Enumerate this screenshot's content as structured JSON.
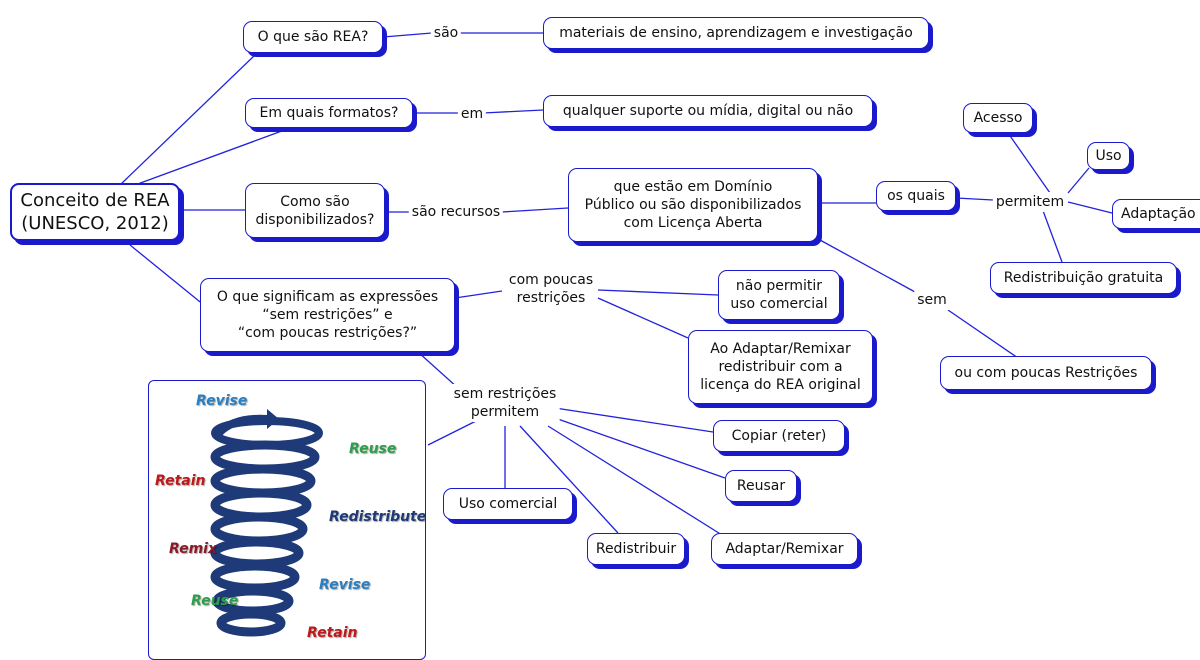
{
  "concept_map": {
    "root": "Conceito de REA\n(UNESCO, 2012)",
    "q_what": "O que são REA?",
    "link_sao": "são",
    "ans_materials": "materiais de ensino, aprendizagem e investigação",
    "q_formats": "Em quais formatos?",
    "link_em": "em",
    "ans_support": "qualquer suporte ou mídia, digital ou não",
    "q_available": "Como são\ndisponibilizados?",
    "link_sao_recursos": "são recursos",
    "ans_public": "que estão em Domínio\nPúblico ou são disponibilizados\ncom Licença Aberta",
    "node_os_quais": "os quais",
    "link_permitem": "permitem",
    "node_acesso": "Acesso",
    "node_uso": "Uso",
    "node_adaptacao": "Adaptação",
    "node_redistribuicao": "Redistribuição gratuita",
    "link_sem": "sem",
    "node_poucas_restricoes": "ou com poucas Restrições",
    "q_expressions": "O que significam as expressões\n“sem restrições” e\n“com poucas restrições?”",
    "link_com_poucas": "com poucas\nrestrições",
    "node_nao_comercial": "não permitir\nuso comercial",
    "node_adaptar_redistribuir": "Ao Adaptar/Remixar\nredistribuir com a\nlicença do REA original",
    "link_sem_restricoes": "sem restrições\npermitem",
    "node_copiar": "Copiar (reter)",
    "node_reusar": "Reusar",
    "node_adaptar_remixar": "Adaptar/Remixar",
    "node_redistribuir": "Redistribuir",
    "node_uso_comercial": "Uso comercial"
  },
  "spiral_image": {
    "labels": [
      "Revise",
      "Reuse",
      "Retain",
      "Redistribute",
      "Remix",
      "Revise",
      "Reuse",
      "Retain"
    ]
  },
  "colors": {
    "node_border": "#1a1acc",
    "spiral": "#1e3a78",
    "revise": "#2b7fc0",
    "reuse": "#2e9e4a",
    "retain": "#c01818",
    "redistribute": "#1e3a78",
    "remix": "#8a1a2a"
  }
}
